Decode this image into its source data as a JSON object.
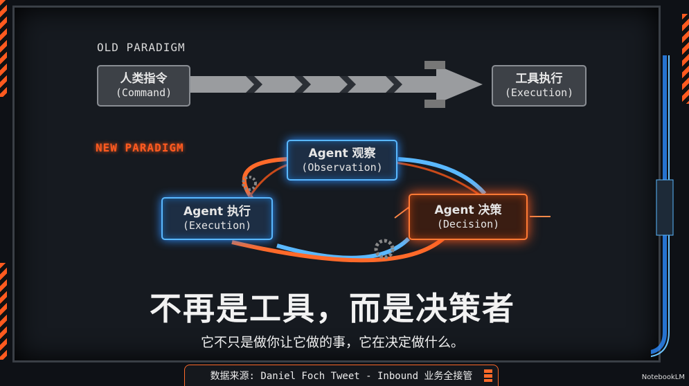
{
  "old_paradigm": {
    "label": "OLD PARADIGM",
    "source": {
      "zh": "人类指令",
      "en": "(Command)"
    },
    "target": {
      "zh": "工具执行",
      "en": "(Execution)"
    }
  },
  "new_paradigm": {
    "label": "NEW PARADIGM",
    "observation": {
      "zh": "Agent 观察",
      "en": "(Observation)"
    },
    "execution": {
      "zh": "Agent 执行",
      "en": "(Execution)"
    },
    "decision": {
      "zh": "Agent 决策",
      "en": "(Decision)"
    }
  },
  "headline": "不再是工具，而是决策者",
  "subheadline": "它不只是做你让它做的事，它在决定做什么。",
  "footer": "数据来源: Daniel Foch Tweet - Inbound 业务全接管",
  "watermark": "NotebookLM",
  "colors": {
    "accent_orange": "#ff5a1f",
    "accent_blue": "#5ab8ff",
    "background": "#161a20"
  }
}
